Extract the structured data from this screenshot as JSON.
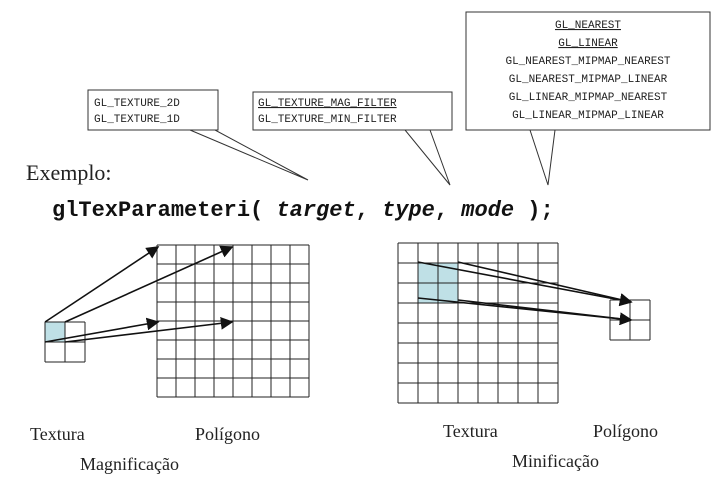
{
  "callouts": {
    "target": {
      "lines": [
        "GL_TEXTURE_2D",
        "GL_TEXTURE_1D"
      ]
    },
    "type": {
      "lines": [
        "GL_TEXTURE_MAG_FILTER",
        "GL_TEXTURE_MIN_FILTER"
      ]
    },
    "mode": {
      "lines": [
        "GL_NEAREST",
        "GL_LINEAR",
        "GL_NEAREST_MIPMAP_NEAREST",
        "GL_NEAREST_MIPMAP_LINEAR",
        "GL_LINEAR_MIPMAP_NEAREST",
        "GL_LINEAR_MIPMAP_LINEAR"
      ]
    }
  },
  "example_label": "Exemplo:",
  "code": {
    "func": "glTexParameteri( ",
    "arg1": "target",
    "sep1": ", ",
    "arg2": "type",
    "sep2": ", ",
    "arg3": "mode",
    "close": " );"
  },
  "magnification": {
    "texture_label": "Textura",
    "polygon_label": "Polígono",
    "caption": "Magnificação"
  },
  "minification": {
    "texture_label": "Textura",
    "polygon_label": "Polígono",
    "caption": "Minificação"
  },
  "colors": {
    "highlight": "#bfe0e6"
  }
}
